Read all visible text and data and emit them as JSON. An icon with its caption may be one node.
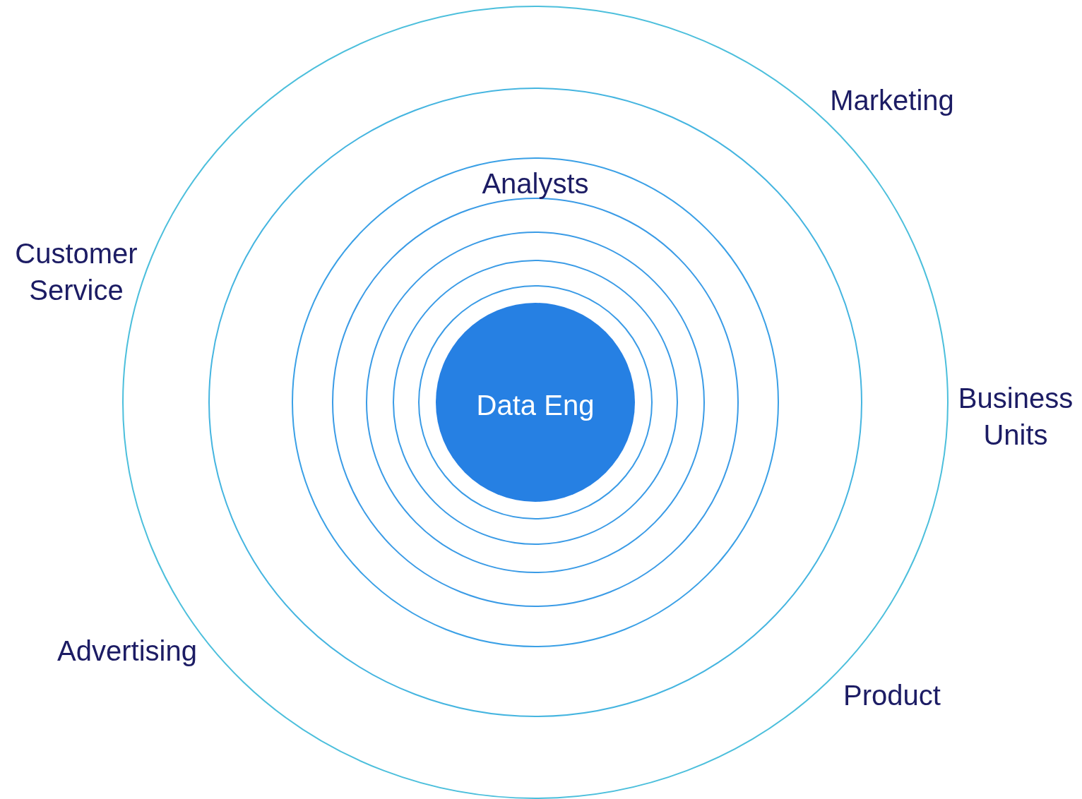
{
  "diagram": {
    "nodes": [
      {
        "text": [],
        "shape": "circle"
      },
      {
        "text": [],
        "shape": "circle",
        "in": 0
      },
      {
        "text": [],
        "shape": "circle",
        "in": 1
      },
      {
        "text": [],
        "shape": "circle",
        "in": 2
      },
      {
        "text": [],
        "shape": "circle",
        "in": 3
      },
      {
        "text": [],
        "shape": "circle",
        "in": 4
      },
      {
        "text": [],
        "shape": "circle",
        "in": 5
      },
      {
        "text": [
          "Data Eng"
        ],
        "in": 6
      }
    ],
    "labels": [
      "Marketing",
      "Analysts",
      "Customer Service",
      "Business Units",
      "Advertising",
      "Product"
    ]
  }
}
